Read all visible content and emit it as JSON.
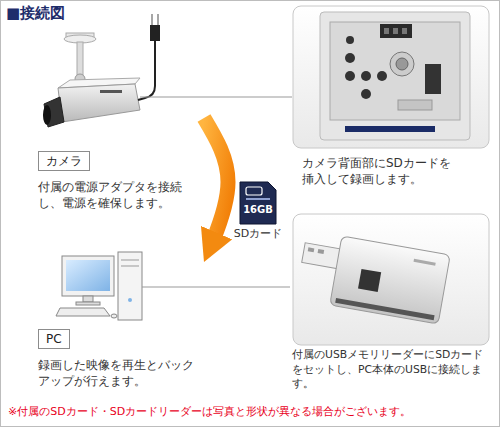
{
  "diagram": {
    "title": "■接続図",
    "nodes": [
      {
        "text": [
          "カメラ",
          "付属の電源アダプタを接続し、電源を確保します。"
        ]
      },
      {
        "text": [
          "カメラ背面部にSDカードを挿入して録画します。"
        ]
      },
      {
        "text": [
          "PC",
          "録画した映像を再生とバックアップが行えます。"
        ]
      },
      {
        "text": [
          "付属のUSBメモリリーダーにSDカードをセットし、PC本体のUSBに接続します。"
        ]
      }
    ],
    "edges": [
      {
        "from": 0,
        "to": 1,
        "arrow": "none"
      },
      {
        "from": 0,
        "to": 2,
        "arrow": "to"
      },
      {
        "from": 2,
        "to": 3,
        "arrow": "none"
      }
    ],
    "labels": [
      "16GB",
      "SDカード",
      "※付属のSDカード・SDカードリーダーは写真と形状が異なる場合がございます。"
    ]
  }
}
